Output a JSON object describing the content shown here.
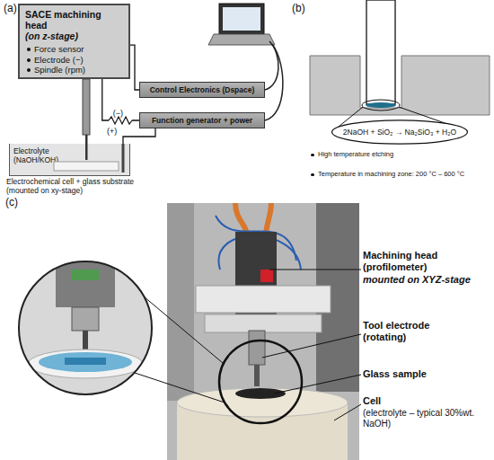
{
  "diagram": {
    "nodes": [
      {
        "text": [
          "SACE machining head",
          "(on z-stage)",
          "Force sensor",
          "Electrode (−)",
          "Spindle (rpm)"
        ]
      },
      {
        "text": [
          "Control Electronics (Dspace)"
        ]
      },
      {
        "text": [
          "Function generator + power"
        ]
      },
      {
        "text": [
          "Electrolyte (NaOH/KOH)",
          "Electrochemical cell + glass substrate (mounted on xy-stage)"
        ]
      },
      {
        "text": [
          "2NaOH + SiO₂ → Na₂SiO₃ + H₂O"
        ]
      }
    ],
    "edges": [
      {
        "from": 0,
        "to": 1,
        "arrow": "none"
      },
      {
        "from": 0,
        "to": 2,
        "label": "(−)",
        "arrow": "none"
      },
      {
        "from": 2,
        "to": 3,
        "label": "(+)",
        "arrow": "none"
      }
    ],
    "labels": [
      "(a)",
      "(b)",
      "(c)",
      "High temperature etching",
      "Temperature in machining zone: 200 °C – 600 °C",
      "Machining head (profilometer)",
      "mounted on XYZ-stage",
      "Tool electrode (rotating)",
      "Glass sample",
      "Cell",
      "(electrolyte – typical 30%wt. NaOH)"
    ]
  }
}
